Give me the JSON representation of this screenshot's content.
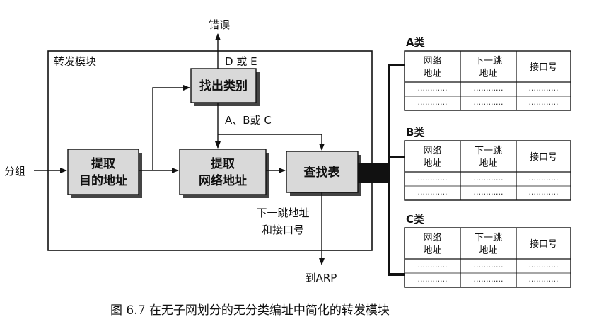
{
  "module_title": "转发模块",
  "input_label": "分组",
  "blocks": {
    "extract_dest": [
      "提取",
      "目的地址"
    ],
    "extract_net": [
      "提取",
      "网络地址"
    ],
    "find_class": "找出类别",
    "lookup": "查找表"
  },
  "labels": {
    "error": "错误",
    "d_or_e": "D 或 E",
    "abc": "A、B或 C",
    "next_hop_iface": [
      "下一跳地址",
      "和接口号"
    ],
    "to_arp": "到ARP"
  },
  "tables": [
    {
      "title": "A类",
      "headers": [
        [
          "网络",
          "地址"
        ],
        [
          "下一跳",
          "地址"
        ],
        [
          "接口号"
        ]
      ],
      "rows": [
        [
          "............",
          "............",
          "............"
        ],
        [
          "............",
          "............",
          "............"
        ]
      ]
    },
    {
      "title": "B类",
      "headers": [
        [
          "网络",
          "地址"
        ],
        [
          "下一跳",
          "地址"
        ],
        [
          "接口号"
        ]
      ],
      "rows": [
        [
          "............",
          "............",
          "............"
        ],
        [
          "............",
          "............",
          "............"
        ]
      ]
    },
    {
      "title": "C类",
      "headers": [
        [
          "网络",
          "地址"
        ],
        [
          "下一跳",
          "地址"
        ],
        [
          "接口号"
        ]
      ],
      "rows": [
        [
          "............",
          "............",
          "............"
        ],
        [
          "............",
          "............",
          "............"
        ]
      ]
    }
  ],
  "caption": "图 6.7    在无子网划分的无分类编址中简化的转发模块"
}
